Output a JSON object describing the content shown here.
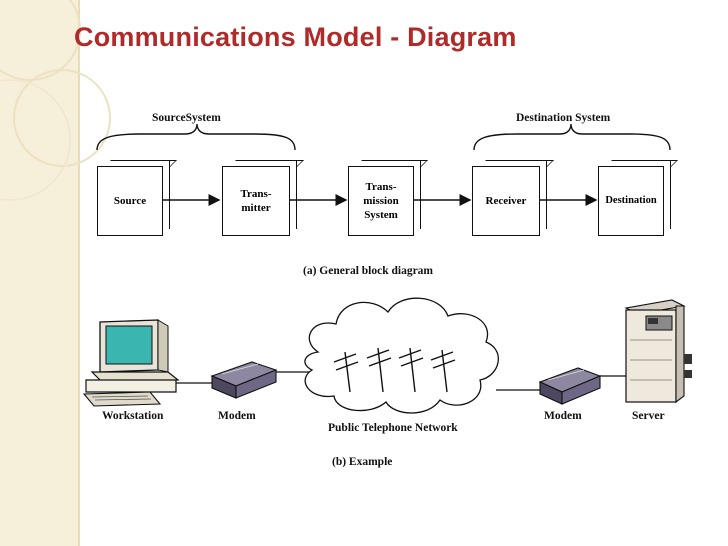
{
  "title": "Communications Model - Diagram",
  "block_diagram": {
    "source_system_label": "SourceSystem",
    "destination_system_label": "Destination System",
    "blocks": {
      "source": "Source",
      "transmitter_line1": "Trans-",
      "transmitter_line2": "mitter",
      "transmission_line1": "Trans-",
      "transmission_line2": "mission",
      "transmission_line3": "System",
      "receiver": "Receiver",
      "destination": "Destination"
    },
    "caption": "(a) General block diagram"
  },
  "example": {
    "workstation": "Workstation",
    "modem_left": "Modem",
    "network": "Public Telephone Network",
    "modem_right": "Modem",
    "server": "Server",
    "caption": "(b) Example"
  }
}
